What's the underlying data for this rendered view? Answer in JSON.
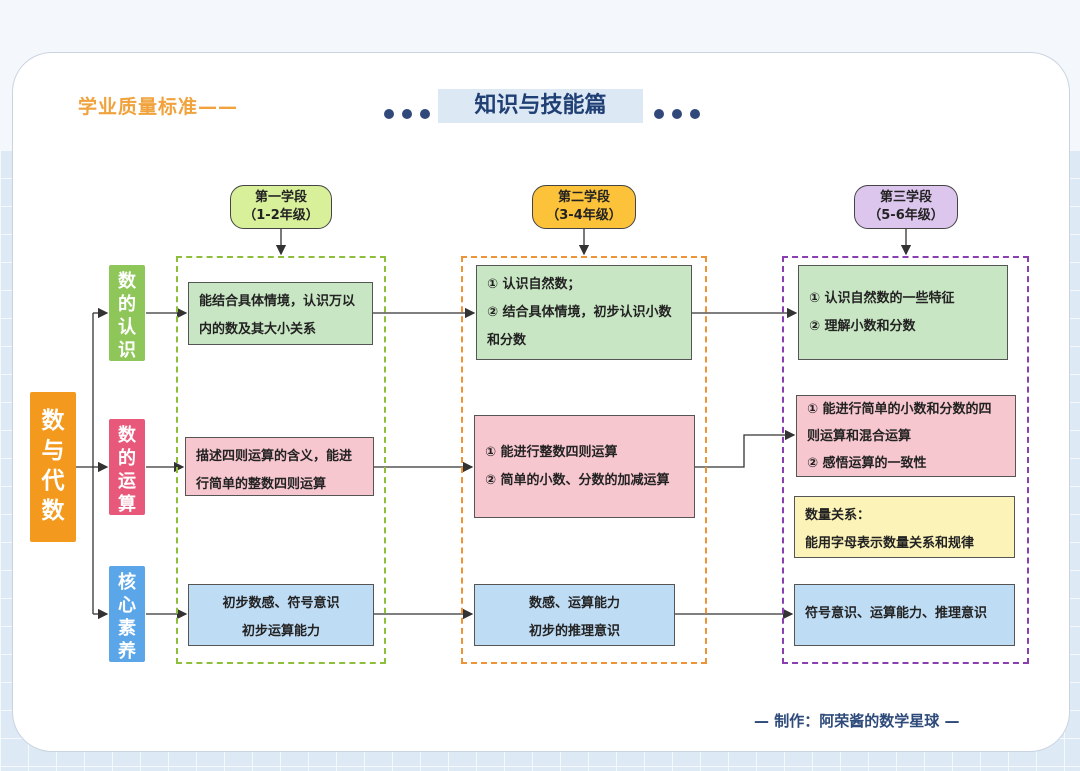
{
  "header": {
    "standard_label": "学业质量标准——",
    "title": "知识与技能篇"
  },
  "main_category": "数与代数",
  "categories": [
    {
      "label": "数的认识",
      "color": "#8fc65a"
    },
    {
      "label": "数的运算",
      "color": "#e8587a"
    },
    {
      "label": "核心素养",
      "color": "#5aa6e8"
    }
  ],
  "stages": [
    {
      "name": "第一学段",
      "grades": "（1-2年级）",
      "color": "#d8f09a",
      "border": "#7fb23a"
    },
    {
      "name": "第二学段",
      "grades": "（3-4年级）",
      "color": "#fbc23a",
      "border": "#e08a2a"
    },
    {
      "name": "第三学段",
      "grades": "（5-6年级）",
      "color": "#dcc6ee",
      "border": "#8a3fb0"
    }
  ],
  "stage1": {
    "recognition": [
      "能结合具体情境，认识万以",
      "内的数及其大小关系"
    ],
    "operation": [
      "描述四则运算的含义，能进",
      "行简单的整数四则运算"
    ],
    "literacy": [
      "初步数感、符号意识",
      "初步运算能力"
    ]
  },
  "stage2": {
    "recognition": [
      "① 认识自然数；",
      "② 结合具体情境，初步认识小数",
      "和分数"
    ],
    "operation": [
      "① 能进行整数四则运算",
      "② 简单的小数、分数的加减运算"
    ],
    "literacy": [
      "数感、运算能力",
      "初步的推理意识"
    ]
  },
  "stage3": {
    "recognition": [
      "① 认识自然数的一些特征",
      "② 理解小数和分数"
    ],
    "operation": [
      "① 能进行简单的小数和分数的四",
      "则运算和混合运算",
      "② 感悟运算的一致性"
    ],
    "quantity": [
      "数量关系：",
      "能用字母表示数量关系和规律"
    ],
    "literacy": [
      "符号意识、运算能力、推理意识"
    ]
  },
  "footer": "— 制作：阿荣酱的数学星球 —"
}
